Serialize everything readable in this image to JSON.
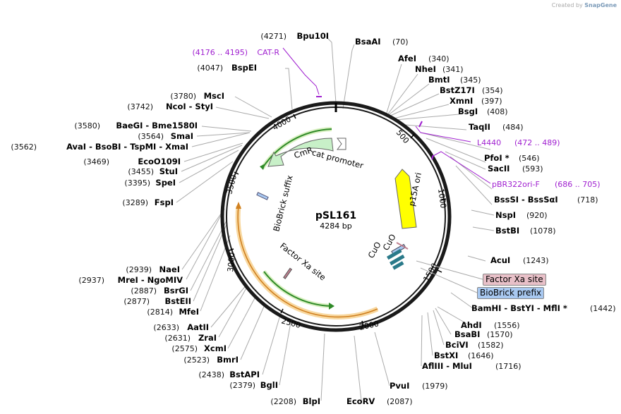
{
  "credit": {
    "prefix": "Created by",
    "brand": "SnapGene"
  },
  "plasmid": {
    "name": "pSL161",
    "size": "4284 bp"
  },
  "ticks": [
    "500",
    "1000",
    "1500",
    "2000",
    "2500",
    "3000",
    "3500",
    "4000"
  ],
  "features": {
    "cmr": "CmR",
    "cat_promoter": "cat promoter",
    "p15a_ori": "p15A ori",
    "biobrick_suffix": "BioBrick suffix",
    "factor_xa_site": "Factor Xa site",
    "cuo_1": "CuO",
    "cuo_2": "CuO",
    "factor_xa_box": "Factor Xa site",
    "biobrick_prefix_box": "BioBrick prefix"
  },
  "colors": {
    "backbone": "#1a1a1a",
    "cmr": "#c8f0c8",
    "p15a": "#ffff00",
    "orange_arc": "#f0a040",
    "green_arc": "#3a9a30",
    "primer": "#a020d0",
    "factor_box": "#e8c0c8",
    "biobrick_box": "#a8c8f0"
  },
  "right_labels": [
    {
      "name": "BsaAI",
      "pos": "(70)"
    },
    {
      "name": "AfeI",
      "pos": "(340)"
    },
    {
      "name": "NheI",
      "pos": "(341)"
    },
    {
      "name": "BmtI",
      "pos": "(345)"
    },
    {
      "name": "BstZ17I",
      "pos": "(354)"
    },
    {
      "name": "XmnI",
      "pos": "(397)"
    },
    {
      "name": "BsgI",
      "pos": "(408)"
    },
    {
      "name": "TaqII",
      "pos": "(484)"
    },
    {
      "name": "L4440",
      "pos": "(472 .. 489)"
    },
    {
      "name": "PfoI *",
      "pos": "(546)"
    },
    {
      "name": "SacII",
      "pos": "(593)"
    },
    {
      "name": "pBR322ori-F",
      "pos": "(686 .. 705)"
    },
    {
      "name": "BssSI - BssSαI",
      "pos": "(718)"
    },
    {
      "name": "NspI",
      "pos": "(920)"
    },
    {
      "name": "BstBI",
      "pos": "(1078)"
    },
    {
      "name": "AcuI",
      "pos": "(1243)"
    },
    {
      "name": "BamHI - BstYI - MflI *",
      "pos": "(1442)"
    },
    {
      "name": "AhdI",
      "pos": "(1556)"
    },
    {
      "name": "BsaBI",
      "pos": "(1570)"
    },
    {
      "name": "BciVI",
      "pos": "(1582)"
    },
    {
      "name": "BstXI",
      "pos": "(1646)"
    },
    {
      "name": "AflIII - MluI",
      "pos": "(1716)"
    },
    {
      "name": "PvuI",
      "pos": "(1979)"
    },
    {
      "name": "EcoRV",
      "pos": "(2087)"
    }
  ],
  "left_labels": [
    {
      "name": "Bpu10I",
      "pos": "(4271)"
    },
    {
      "name": "CAT-R",
      "pos": "(4176 .. 4195)"
    },
    {
      "name": "BspEI",
      "pos": "(4047)"
    },
    {
      "name": "MscI",
      "pos": "(3780)"
    },
    {
      "name": "NcoI - StyI",
      "pos": "(3742)"
    },
    {
      "name": "BaeGI - Bme1580I",
      "pos": "(3580)"
    },
    {
      "name": "SmaI",
      "pos": "(3564)"
    },
    {
      "name": "AvaI - BsoBI - TspMI - XmaI",
      "pos": "(3562)"
    },
    {
      "name": "EcoO109I",
      "pos": "(3469)"
    },
    {
      "name": "StuI",
      "pos": "(3455)"
    },
    {
      "name": "SpeI",
      "pos": "(3395)"
    },
    {
      "name": "FspI",
      "pos": "(3289)"
    },
    {
      "name": "NaeI",
      "pos": "(2939)"
    },
    {
      "name": "MreI - NgoMIV",
      "pos": "(2937)"
    },
    {
      "name": "BsrGI",
      "pos": "(2887)"
    },
    {
      "name": "BstEII",
      "pos": "(2877)"
    },
    {
      "name": "MfeI",
      "pos": "(2814)"
    },
    {
      "name": "AatII",
      "pos": "(2633)"
    },
    {
      "name": "ZraI",
      "pos": "(2631)"
    },
    {
      "name": "XcmI",
      "pos": "(2575)"
    },
    {
      "name": "BmrI",
      "pos": "(2523)"
    },
    {
      "name": "BstAPI",
      "pos": "(2438)"
    },
    {
      "name": "BglI",
      "pos": "(2379)"
    },
    {
      "name": "BlpI",
      "pos": "(2208)"
    }
  ]
}
